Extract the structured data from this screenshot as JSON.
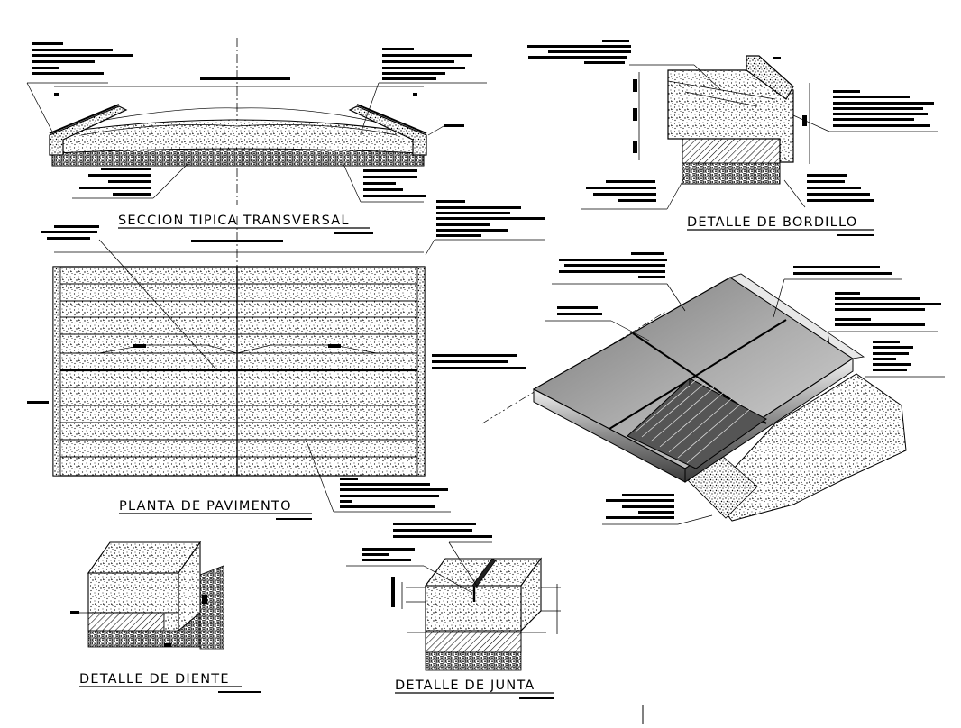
{
  "drawing": {
    "titles": {
      "seccion": "SECCION TIPICA TRANSVERSAL",
      "bordillo": "DETALLE DE BORDILLO",
      "planta": "PLANTA DE PAVIMENTO",
      "diente": "DETALLE DE DIENTE",
      "junta": "DETALLE DE JUNTA"
    },
    "colors": {
      "ink": "#000000",
      "concrete_panel": "#9a9a9a",
      "curb_highlight": "#e8e8e8",
      "paper": "#ffffff"
    }
  }
}
